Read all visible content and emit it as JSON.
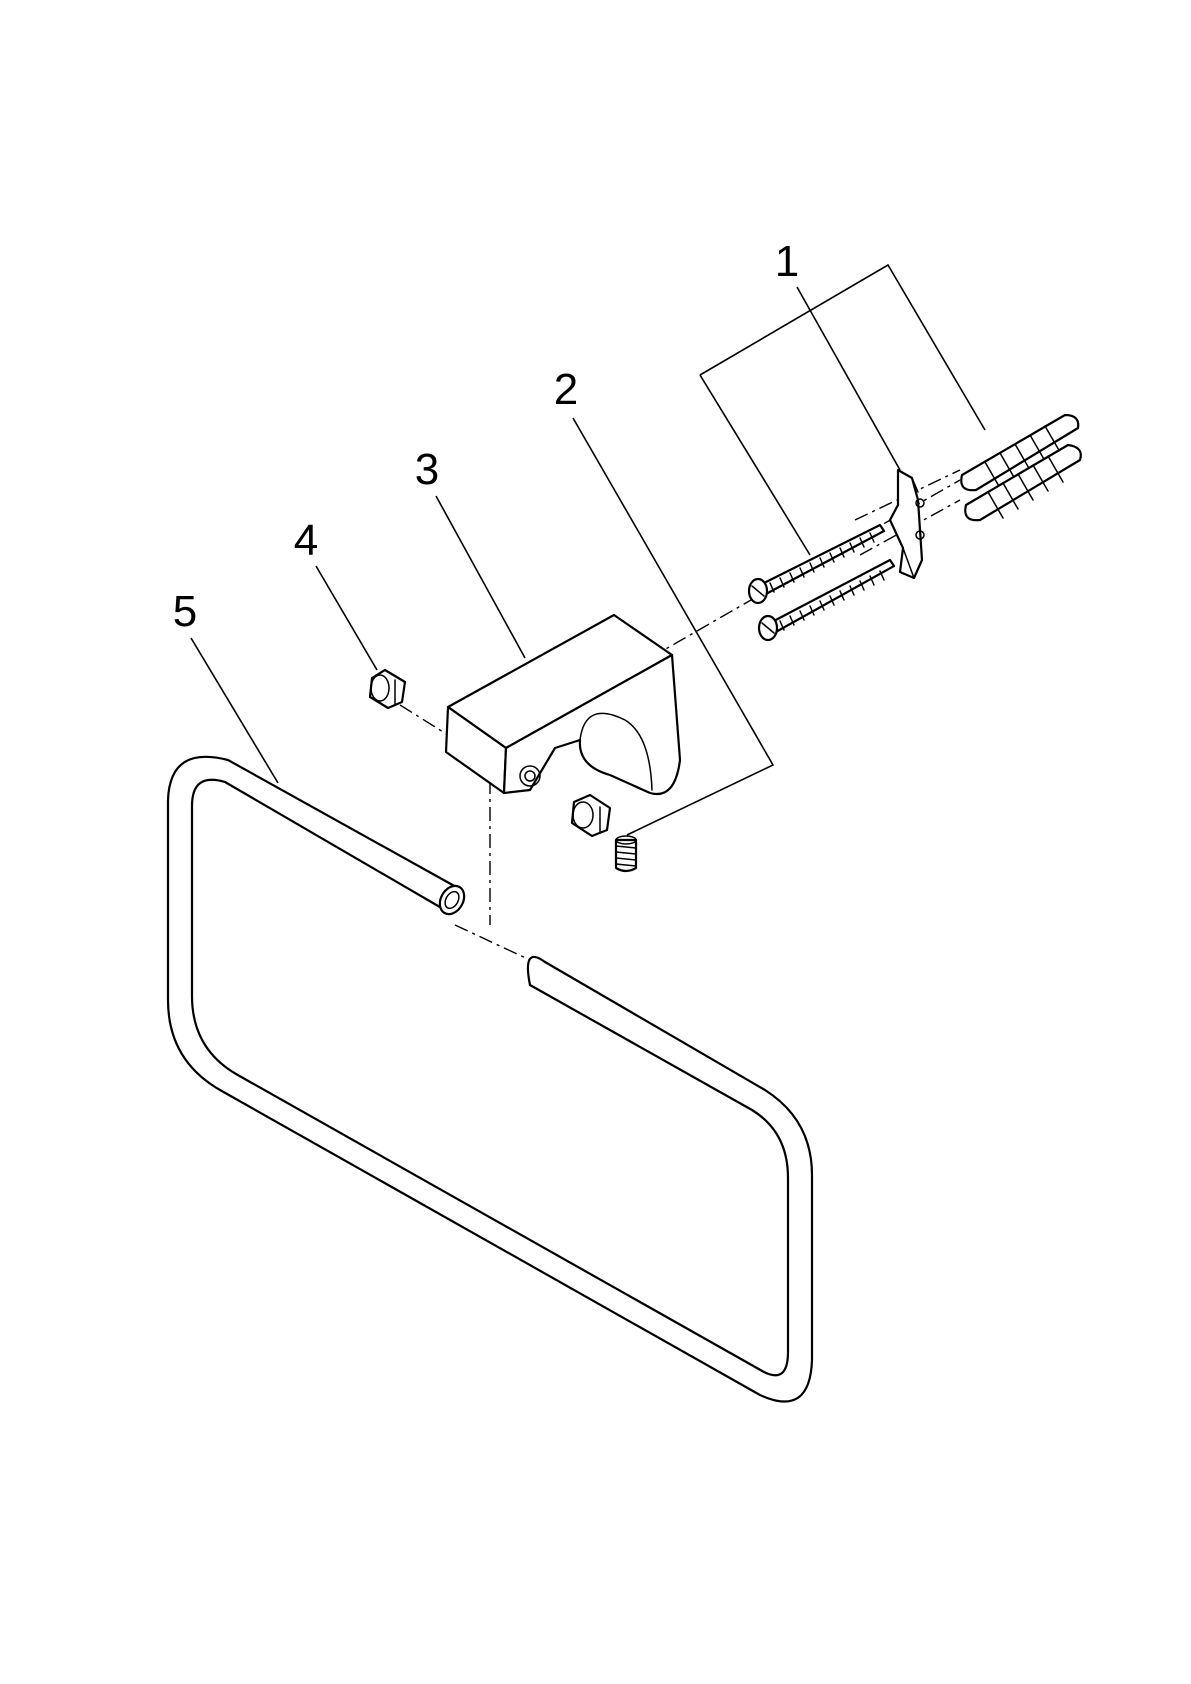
{
  "diagram": {
    "type": "exploded-assembly",
    "colors": {
      "line": "#000000",
      "background": "#ffffff"
    },
    "part_labels": [
      {
        "id": "1",
        "text": "1"
      },
      {
        "id": "2",
        "text": "2"
      },
      {
        "id": "3",
        "text": "3"
      },
      {
        "id": "4",
        "text": "4"
      },
      {
        "id": "5",
        "text": "5"
      }
    ]
  }
}
